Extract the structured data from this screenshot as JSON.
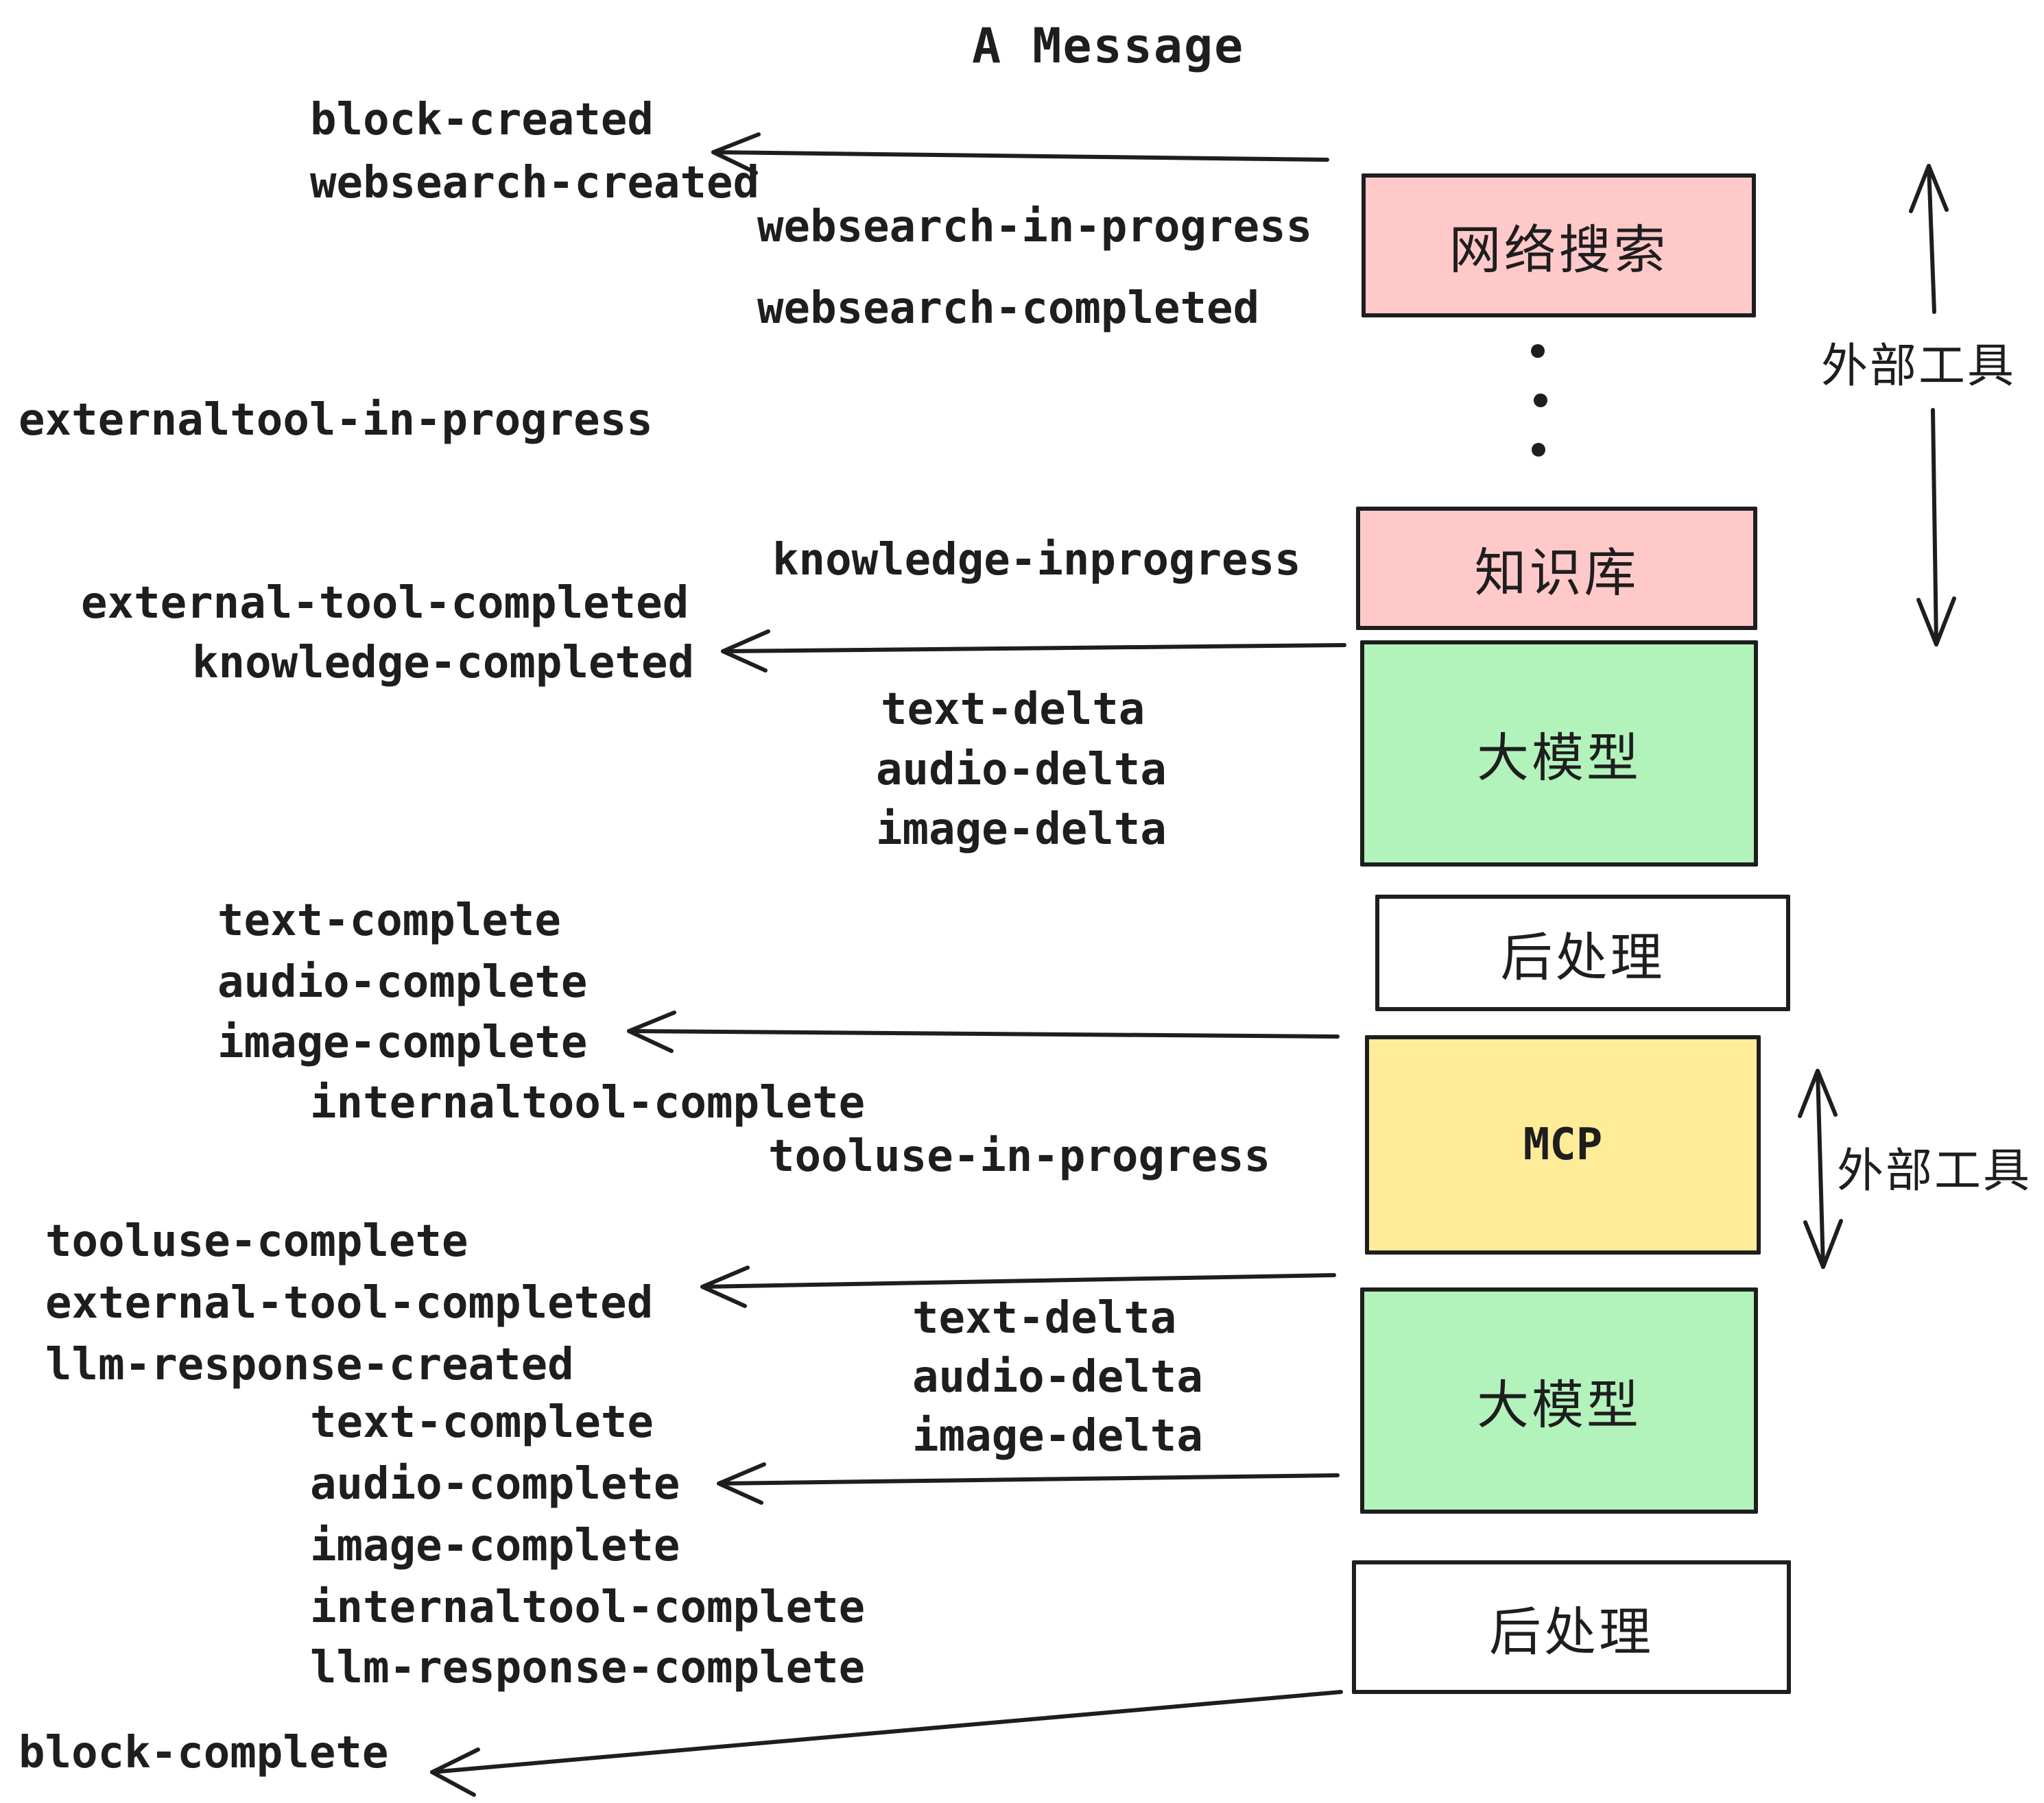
{
  "title": "A Message",
  "colors": {
    "pink": "#ffc9c9",
    "green": "#b2f2bb",
    "yellow": "#ffec99",
    "white": "#ffffff",
    "ink": "#1e1e1e"
  },
  "boxes": {
    "websearch": {
      "label": "网络搜索"
    },
    "knowledge": {
      "label": "知识库"
    },
    "llm": {
      "label": "大模型"
    },
    "postprocess": {
      "label": "后处理"
    },
    "mcp": {
      "label": "MCP"
    }
  },
  "side": {
    "external_tools": "外部工具"
  },
  "events": {
    "block_created": "block-created",
    "websearch_created": "websearch-created",
    "websearch_in_progress": "websearch-in-progress",
    "websearch_completed": "websearch-completed",
    "externaltool_in_progress": "externaltool-in-progress",
    "knowledge_inprogress": "knowledge-inprogress",
    "external_tool_completed": "external-tool-completed",
    "knowledge_completed": "knowledge-completed",
    "text_delta": "text-delta",
    "audio_delta": "audio-delta",
    "image_delta": "image-delta",
    "text_complete": "text-complete",
    "audio_complete": "audio-complete",
    "image_complete": "image-complete",
    "internaltool_complete": "internaltool-complete",
    "tooluse_in_progress": "tooluse-in-progress",
    "tooluse_complete": "tooluse-complete",
    "llm_response_created": "llm-response-created",
    "llm_response_complete": "llm-response-complete",
    "block_complete": "block-complete"
  }
}
